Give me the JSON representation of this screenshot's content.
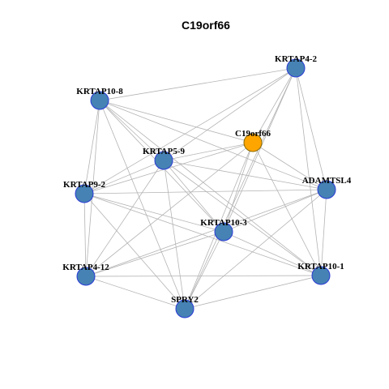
{
  "title": "C19orf66",
  "colors": {
    "node_default": "#4682b4",
    "node_stroke": "#2a3bd6",
    "node_highlight": "#ffa500",
    "node_highlight_stroke": "#8a6a00",
    "edge": "#b4b4b4"
  },
  "nodes": [
    {
      "id": "KRTAP4-2",
      "label": "KRTAP4-2",
      "highlight": false
    },
    {
      "id": "KRTAP10-8",
      "label": "KRTAP10-8",
      "highlight": false
    },
    {
      "id": "C19orf66",
      "label": "C19orf66",
      "highlight": true
    },
    {
      "id": "KRTAP5-9",
      "label": "KRTAP5-9",
      "highlight": false
    },
    {
      "id": "KRTAP9-2",
      "label": "KRTAP9-2",
      "highlight": false
    },
    {
      "id": "ADAMTSL4",
      "label": "ADAMTSL4",
      "highlight": false
    },
    {
      "id": "KRTAP10-3",
      "label": "KRTAP10-3",
      "highlight": false
    },
    {
      "id": "KRTAP4-12",
      "label": "KRTAP4-12",
      "highlight": false
    },
    {
      "id": "KRTAP10-1",
      "label": "KRTAP10-1",
      "highlight": false
    },
    {
      "id": "SPRY2",
      "label": "SPRY2",
      "highlight": false
    }
  ],
  "edges": [
    [
      "KRTAP4-2",
      "KRTAP10-8"
    ],
    [
      "KRTAP4-2",
      "C19orf66"
    ],
    [
      "KRTAP4-2",
      "KRTAP5-9"
    ],
    [
      "KRTAP4-2",
      "KRTAP9-2"
    ],
    [
      "KRTAP4-2",
      "ADAMTSL4"
    ],
    [
      "KRTAP4-2",
      "KRTAP10-3"
    ],
    [
      "KRTAP4-2",
      "KRTAP10-1"
    ],
    [
      "KRTAP4-2",
      "SPRY2"
    ],
    [
      "KRTAP10-8",
      "C19orf66"
    ],
    [
      "KRTAP10-8",
      "KRTAP5-9"
    ],
    [
      "KRTAP10-8",
      "KRTAP9-2"
    ],
    [
      "KRTAP10-8",
      "ADAMTSL4"
    ],
    [
      "KRTAP10-8",
      "KRTAP10-3"
    ],
    [
      "KRTAP10-8",
      "KRTAP4-12"
    ],
    [
      "KRTAP10-8",
      "KRTAP10-1"
    ],
    [
      "KRTAP10-8",
      "SPRY2"
    ],
    [
      "C19orf66",
      "KRTAP5-9"
    ],
    [
      "C19orf66",
      "KRTAP9-2"
    ],
    [
      "C19orf66",
      "ADAMTSL4"
    ],
    [
      "C19orf66",
      "KRTAP10-3"
    ],
    [
      "C19orf66",
      "KRTAP4-12"
    ],
    [
      "C19orf66",
      "KRTAP10-1"
    ],
    [
      "C19orf66",
      "SPRY2"
    ],
    [
      "KRTAP5-9",
      "KRTAP9-2"
    ],
    [
      "KRTAP5-9",
      "ADAMTSL4"
    ],
    [
      "KRTAP5-9",
      "KRTAP10-3"
    ],
    [
      "KRTAP5-9",
      "KRTAP4-12"
    ],
    [
      "KRTAP5-9",
      "KRTAP10-1"
    ],
    [
      "KRTAP5-9",
      "SPRY2"
    ],
    [
      "KRTAP9-2",
      "ADAMTSL4"
    ],
    [
      "KRTAP9-2",
      "KRTAP10-3"
    ],
    [
      "KRTAP9-2",
      "KRTAP4-12"
    ],
    [
      "KRTAP9-2",
      "KRTAP10-1"
    ],
    [
      "KRTAP9-2",
      "SPRY2"
    ],
    [
      "ADAMTSL4",
      "KRTAP10-3"
    ],
    [
      "ADAMTSL4",
      "KRTAP4-12"
    ],
    [
      "ADAMTSL4",
      "KRTAP10-1"
    ],
    [
      "ADAMTSL4",
      "SPRY2"
    ],
    [
      "KRTAP10-3",
      "KRTAP4-12"
    ],
    [
      "KRTAP10-3",
      "KRTAP10-1"
    ],
    [
      "KRTAP10-3",
      "SPRY2"
    ],
    [
      "KRTAP4-12",
      "KRTAP10-1"
    ],
    [
      "KRTAP4-12",
      "SPRY2"
    ],
    [
      "KRTAP10-1",
      "SPRY2"
    ]
  ]
}
